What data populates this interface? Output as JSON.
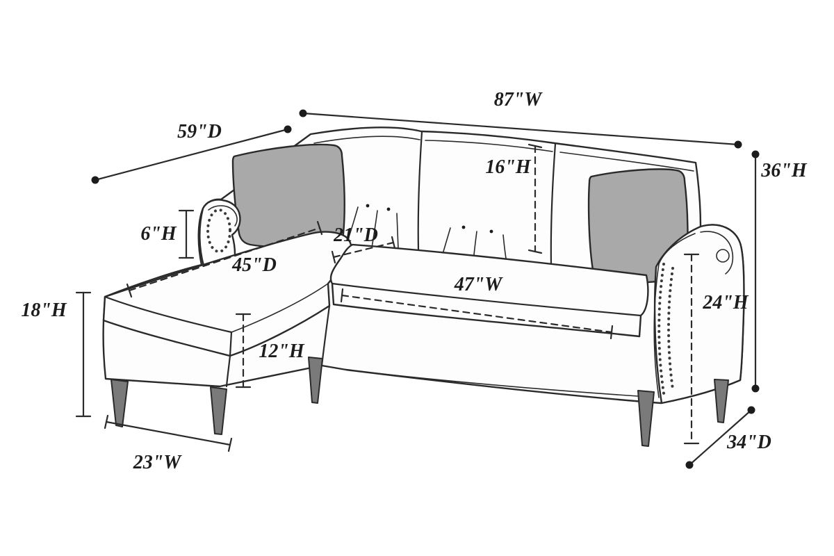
{
  "diagram": {
    "dimensions": {
      "overall_width": "87\"W",
      "left_depth": "59\"D",
      "overall_height": "36\"H",
      "back_cushion_height": "16\"H",
      "arm_front_height": "6\"H",
      "chaise_depth": "45\"D",
      "seat_depth": "21\"D",
      "seat_width": "47\"W",
      "arm_height": "24\"H",
      "seat_height": "18\"H",
      "chaise_base_height": "12\"H",
      "chaise_width": "23\"W",
      "right_depth": "34\"D"
    },
    "colors": {
      "line": "#2a2a2a",
      "body_fill": "#fdfdfd",
      "pillow": "#a9a9a9",
      "leg": "#7a7a7a",
      "background": "#ffffff"
    }
  }
}
